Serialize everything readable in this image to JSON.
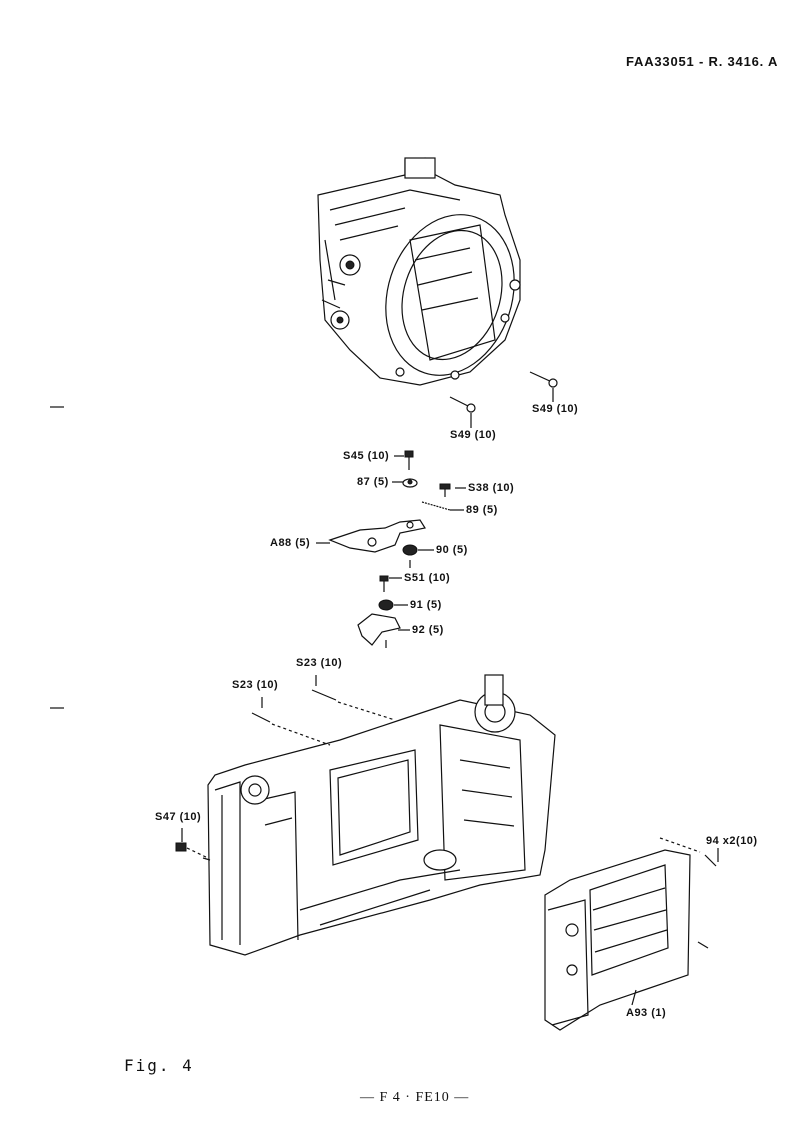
{
  "header": {
    "doc_code": "FAA33051 - R. 3416. A"
  },
  "figure": {
    "title": "Fig. 4",
    "page_number": "— F 4 · FE10 —"
  },
  "parts": [
    {
      "id": "S49-a",
      "label": "S49 (10)"
    },
    {
      "id": "S49-b",
      "label": "S49 (10)"
    },
    {
      "id": "S45",
      "label": "S45 (10)"
    },
    {
      "id": "87",
      "label": "87 (5)"
    },
    {
      "id": "S38",
      "label": "S38 (10)"
    },
    {
      "id": "89",
      "label": "89 (5)"
    },
    {
      "id": "A88",
      "label": "A88 (5)"
    },
    {
      "id": "90",
      "label": "90 (5)"
    },
    {
      "id": "S51",
      "label": "S51 (10)"
    },
    {
      "id": "91",
      "label": "91 (5)"
    },
    {
      "id": "92",
      "label": "92 (5)"
    },
    {
      "id": "S23-a",
      "label": "S23 (10)"
    },
    {
      "id": "S23-b",
      "label": "S23 (10)"
    },
    {
      "id": "S47",
      "label": "S47 (10)"
    },
    {
      "id": "94",
      "label": "94 x2(10)"
    },
    {
      "id": "A93",
      "label": "A93 (1)"
    }
  ]
}
